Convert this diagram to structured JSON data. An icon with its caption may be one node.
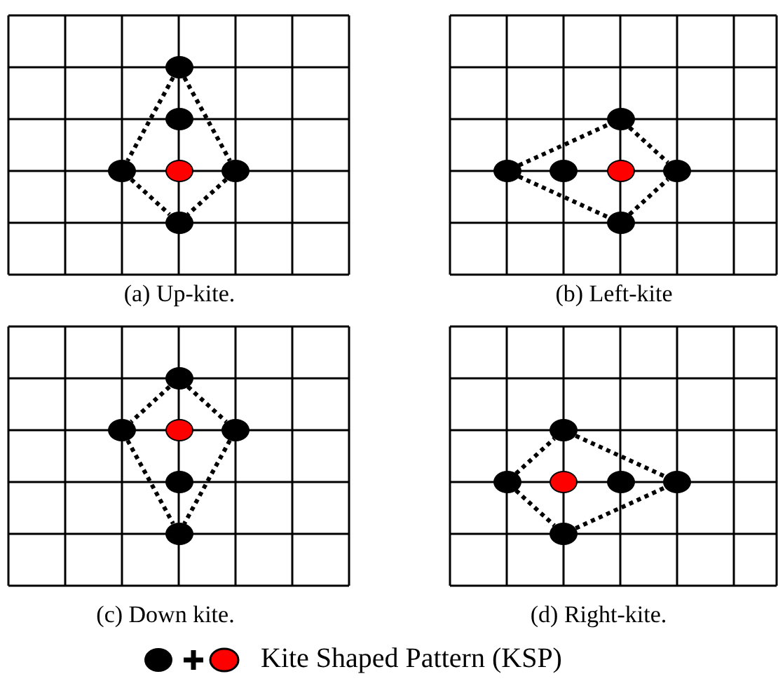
{
  "diagram": {
    "nodes": [
      {
        "text": [],
        "shape": "circle"
      },
      {
        "text": [],
        "shape": "circle"
      },
      {
        "text": [],
        "shape": "circle"
      },
      {
        "text": [],
        "shape": "circle"
      },
      {
        "text": [],
        "shape": "circle"
      },
      {
        "text": [],
        "shape": "circle"
      },
      {
        "text": [],
        "shape": "circle"
      },
      {
        "text": [],
        "shape": "circle"
      },
      {
        "text": [],
        "shape": "circle"
      },
      {
        "text": [],
        "shape": "circle"
      },
      {
        "text": [],
        "shape": "circle"
      },
      {
        "text": [],
        "shape": "circle"
      },
      {
        "text": [],
        "shape": "circle"
      },
      {
        "text": [],
        "shape": "circle"
      },
      {
        "text": [],
        "shape": "circle"
      },
      {
        "text": [],
        "shape": "circle"
      },
      {
        "text": [],
        "shape": "circle"
      },
      {
        "text": [],
        "shape": "circle"
      },
      {
        "text": [],
        "shape": "circle"
      },
      {
        "text": [],
        "shape": "circle"
      },
      {
        "text": [],
        "shape": "circle"
      },
      {
        "text": [],
        "shape": "circle"
      },
      {
        "text": [],
        "shape": "circle"
      },
      {
        "text": [],
        "shape": "circle"
      }
    ],
    "edges": [
      {
        "from": 0,
        "to": 2,
        "arrow": "none",
        "style": "dashed"
      },
      {
        "from": 0,
        "to": 4,
        "arrow": "none",
        "style": "dashed"
      },
      {
        "from": 2,
        "to": 5,
        "arrow": "none",
        "style": "dashed"
      },
      {
        "from": 4,
        "to": 5,
        "arrow": "none",
        "style": "dashed"
      },
      {
        "from": 7,
        "to": 6,
        "arrow": "none",
        "style": "dashed"
      },
      {
        "from": 6,
        "to": 10,
        "arrow": "none",
        "style": "dashed"
      },
      {
        "from": 7,
        "to": 11,
        "arrow": "none",
        "style": "dashed"
      },
      {
        "from": 11,
        "to": 10,
        "arrow": "none",
        "style": "dashed"
      },
      {
        "from": 12,
        "to": 13,
        "arrow": "none",
        "style": "dashed"
      },
      {
        "from": 12,
        "to": 15,
        "arrow": "none",
        "style": "dashed"
      },
      {
        "from": 13,
        "to": 17,
        "arrow": "none",
        "style": "dashed"
      },
      {
        "from": 15,
        "to": 17,
        "arrow": "none",
        "style": "dashed"
      },
      {
        "from": 19,
        "to": 18,
        "arrow": "none",
        "style": "dashed"
      },
      {
        "from": 18,
        "to": 22,
        "arrow": "none",
        "style": "dashed"
      },
      {
        "from": 19,
        "to": 23,
        "arrow": "none",
        "style": "dashed"
      },
      {
        "from": 23,
        "to": 22,
        "arrow": "none",
        "style": "dashed"
      }
    ],
    "labels": [
      "(a) Up-kite.",
      "(b) Left-kite",
      "(c) Down kite.",
      "(d) Right-kite."
    ],
    "legend": [
      {
        "text": "Kite Shaped Pattern (KSP)"
      }
    ]
  }
}
